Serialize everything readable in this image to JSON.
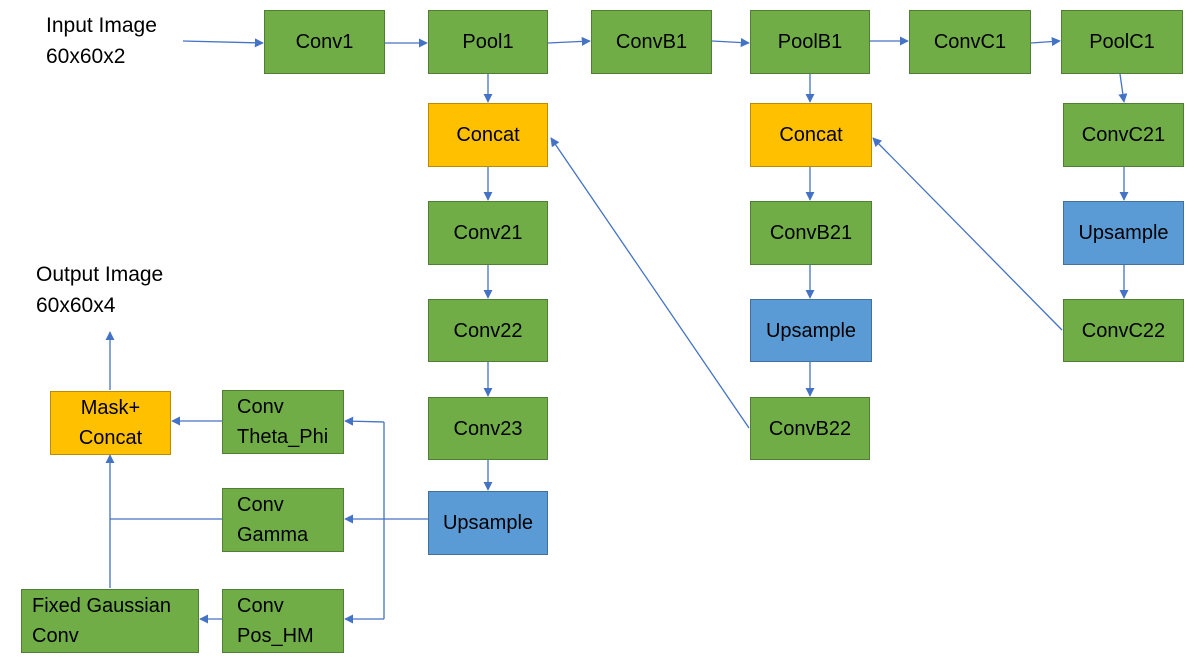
{
  "labels": {
    "input": {
      "line1": "Input Image",
      "line2": "60x60x2"
    },
    "output": {
      "line1": "Output Image",
      "line2": "60x60x4"
    }
  },
  "nodes": {
    "conv1": "Conv1",
    "pool1": "Pool1",
    "convb1": "ConvB1",
    "poolb1": "PoolB1",
    "convc1": "ConvC1",
    "poolc1": "PoolC1",
    "concat1": "Concat",
    "conv21": "Conv21",
    "conv22": "Conv22",
    "conv23": "Conv23",
    "upsample1": "Upsample",
    "concat2": "Concat",
    "convb21": "ConvB21",
    "upsample2": "Upsample",
    "convb22": "ConvB22",
    "convc21": "ConvC21",
    "upsample3": "Upsample",
    "convc22": "ConvC22",
    "mask_concat": {
      "line1": "Mask+",
      "line2": "Concat"
    },
    "conv_theta_phi": {
      "line1": "Conv",
      "line2": "Theta_Phi"
    },
    "conv_gamma": {
      "line1": "Conv",
      "line2": "Gamma"
    },
    "conv_pos_hm": {
      "line1": "Conv",
      "line2": "Pos_HM"
    },
    "fixed_gaussian": {
      "line1": "Fixed Gaussian",
      "line2": "Conv"
    }
  },
  "colors": {
    "conv": "#70ad47",
    "concat": "#ffc000",
    "upsample": "#5b9bd5",
    "arrow": "#4472c4"
  }
}
